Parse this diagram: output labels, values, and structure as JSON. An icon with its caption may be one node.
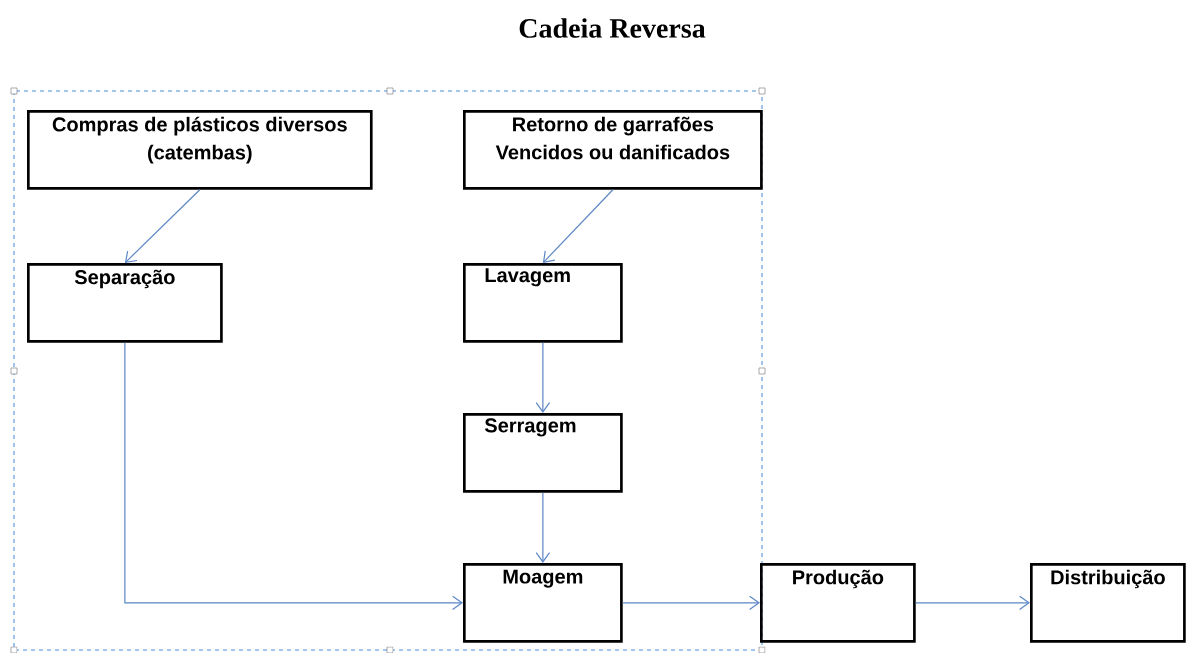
{
  "diagram": {
    "title": "Cadeia Reversa",
    "nodes": [
      {
        "text": [
          "Compras de plásticos diversos (catembas)"
        ]
      },
      {
        "text": [
          "Retorno de garrafões Vencidos ou danificados"
        ]
      },
      {
        "text": [
          "Separação"
        ]
      },
      {
        "text": [
          "Lavagem"
        ]
      },
      {
        "text": [
          "Serragem"
        ]
      },
      {
        "text": [
          "Moagem"
        ]
      },
      {
        "text": [
          "Produção"
        ]
      },
      {
        "text": [
          "Distribuição"
        ]
      }
    ],
    "edges": [
      {
        "from": 0,
        "to": 2,
        "arrow": "to"
      },
      {
        "from": 1,
        "to": 3,
        "arrow": "to"
      },
      {
        "from": 3,
        "to": 4,
        "arrow": "to"
      },
      {
        "from": 4,
        "to": 5,
        "arrow": "to"
      },
      {
        "from": 2,
        "to": 5,
        "arrow": "to"
      },
      {
        "from": 5,
        "to": 6,
        "arrow": "to"
      },
      {
        "from": 6,
        "to": 7,
        "arrow": "to"
      }
    ]
  }
}
